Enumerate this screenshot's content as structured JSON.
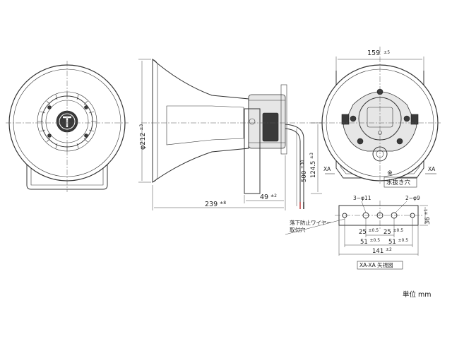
{
  "dimensions": {
    "bell_diameter": {
      "label": "φ212",
      "tol": "±3"
    },
    "total_length": {
      "label": "239",
      "tol": "±8"
    },
    "bracket_offset": {
      "label": "49",
      "tol": "±2"
    },
    "cable_length": {
      "label": "500",
      "tol": "±30"
    },
    "height_to_center": {
      "label": "124.5",
      "tol": "±3"
    },
    "width_top": {
      "label": "159",
      "tol": "±5"
    },
    "plate_height": {
      "label": "36",
      "tol": "±1"
    },
    "pitch_a": {
      "label": "25",
      "tol": "±0.5"
    },
    "pitch_b": {
      "label": "25",
      "tol": "±0.5"
    },
    "pitch_c": {
      "label": "51",
      "tol": "±0.5"
    },
    "pitch_d": {
      "label": "51",
      "tol": "±0.5"
    },
    "plate_width": {
      "label": "141",
      "tol": "±2"
    }
  },
  "labels": {
    "holes_3": "3−φ11",
    "holes_2": "2−φ9",
    "section_mark_left": "XA",
    "section_mark_right": "XA",
    "drain_hole": "水抜き穴",
    "drain_mark": "※",
    "wire_hole_line1": "落下防止ワイヤー",
    "wire_hole_line2": "取付穴",
    "view_caption": "XA-XA 矢視図",
    "unit": "単位 mm"
  },
  "colors": {
    "line": "#333333",
    "fill": "#ffffff",
    "dark_part": "#3a3a3a"
  }
}
